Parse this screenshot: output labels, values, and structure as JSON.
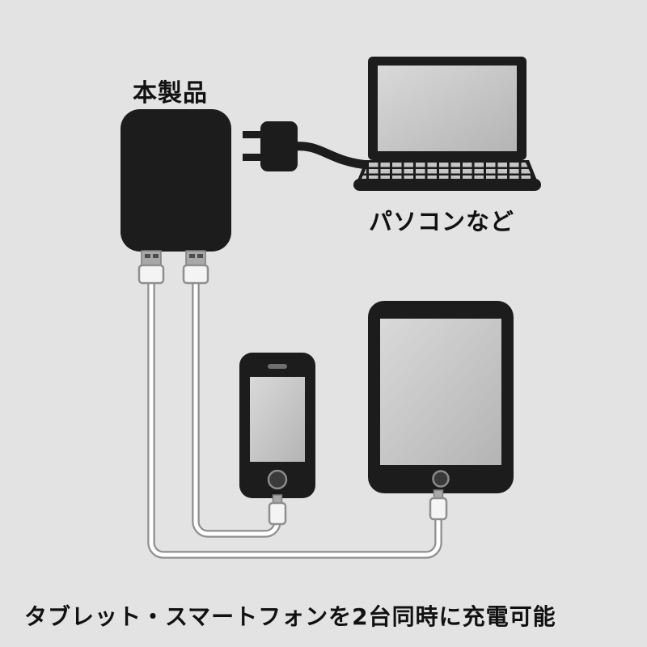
{
  "labels": {
    "product": "本製品",
    "laptop": "パソコンなど",
    "caption": "タブレット・スマートフォンを2台同時に充電可能"
  },
  "diagram": {
    "type": "product-illustration",
    "description_elements": [
      "charger",
      "ac-plug",
      "laptop",
      "smartphone",
      "tablet",
      "usb-cables"
    ],
    "colors": {
      "background": "#e3e3e3",
      "device_body": "#1c1c1c",
      "screen": "#c9c9c9",
      "cable_fill": "#ffffff",
      "cable_outline": "#8f8f8f",
      "connector_metal": "#a8a8a8",
      "text": "#111111"
    }
  }
}
